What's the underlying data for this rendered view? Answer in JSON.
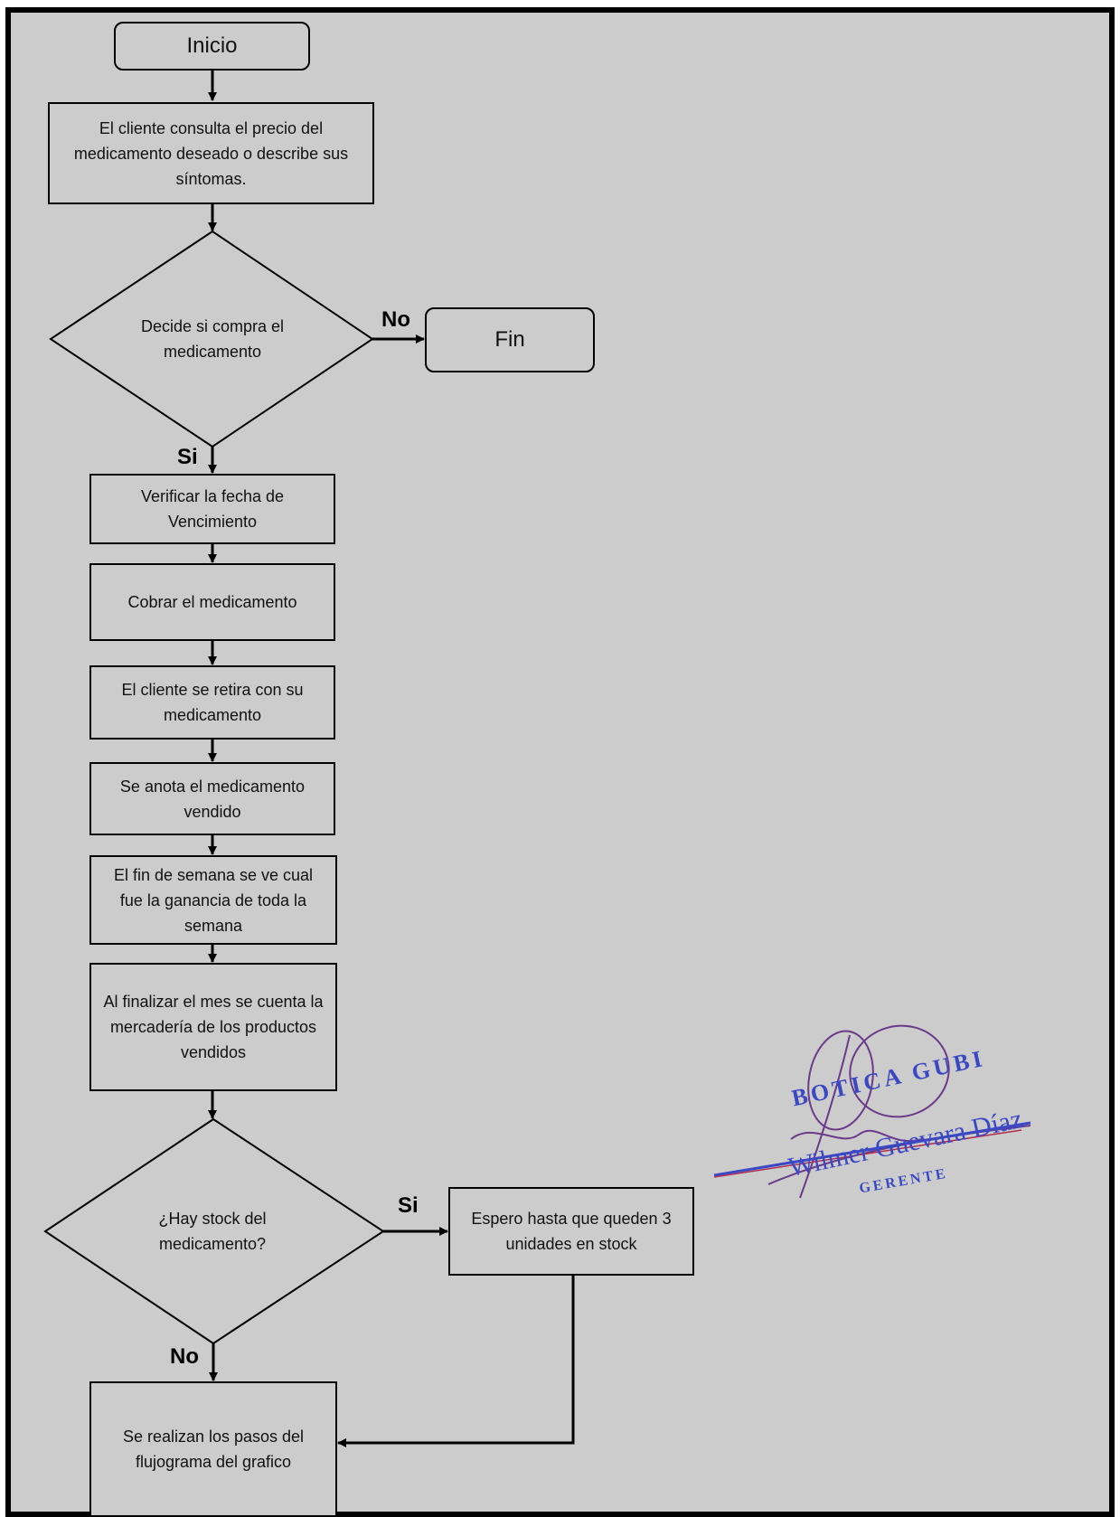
{
  "nodes": {
    "inicio": "Inicio",
    "consulta": "El cliente consulta el precio del medicamento deseado o describe sus síntomas.",
    "decide": "Decide si compra el medicamento",
    "fin": "Fin",
    "verificar": "Verificar la fecha de Vencimiento",
    "cobrar": "Cobrar el medicamento",
    "retira": "El cliente se retira con su medicamento",
    "anota": "Se anota el medicamento vendido",
    "fin_semana": "El fin de semana se ve cual fue la ganancia de toda la semana",
    "fin_mes": "Al finalizar el mes se cuenta la mercadería de los productos vendidos",
    "stock": "¿Hay stock del medicamento?",
    "espero": "Espero hasta que queden 3 unidades en stock",
    "pasos": "Se realizan los pasos del flujograma del grafico"
  },
  "edge_labels": {
    "decide_no": "No",
    "decide_si": "Si",
    "stock_si": "Si",
    "stock_no": "No"
  },
  "stamp": {
    "company": "BOTICA GUBI",
    "name": "Wilmer Guevara Díaz",
    "role": "GERENTE"
  },
  "colors": {
    "background": "#cccccc",
    "stroke": "#000000",
    "stamp_ink": "#3b48c4",
    "signature_ink": "#6b3a8a"
  }
}
